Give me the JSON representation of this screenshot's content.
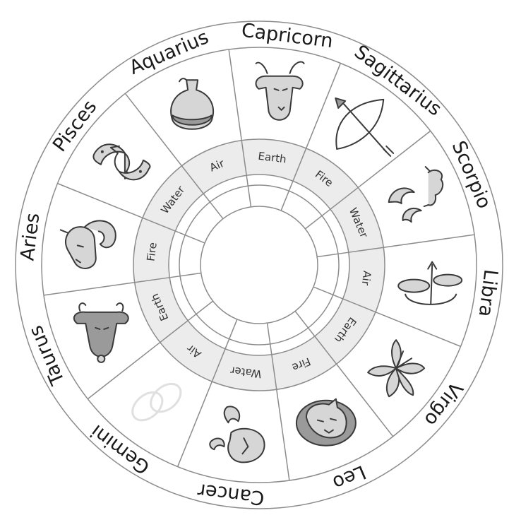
{
  "signs": [
    {
      "name": "Capricorn",
      "icon": "goat-icon",
      "element": "Earth"
    },
    {
      "name": "Sagittarius",
      "icon": "bow-arrow-icon",
      "element": "Fire"
    },
    {
      "name": "Scorpio",
      "icon": "scorpion-icon",
      "element": "Water"
    },
    {
      "name": "Libra",
      "icon": "scales-icon",
      "element": "Air"
    },
    {
      "name": "Virgo",
      "icon": "lily-flower-icon",
      "element": "Earth"
    },
    {
      "name": "Leo",
      "icon": "lion-icon",
      "element": "Fire"
    },
    {
      "name": "Cancer",
      "icon": "crab-claws-icon",
      "element": "Water"
    },
    {
      "name": "Gemini",
      "icon": "linked-rings-icon",
      "element": "Air"
    },
    {
      "name": "Taurus",
      "icon": "bull-icon",
      "element": "Earth"
    },
    {
      "name": "Aries",
      "icon": "ram-icon",
      "element": "Fire"
    },
    {
      "name": "Pisces",
      "icon": "fish-icon",
      "element": "Water"
    },
    {
      "name": "Aquarius",
      "icon": "water-jug-icon",
      "element": "Air"
    }
  ],
  "colors": {
    "element_band": "#ececec",
    "lines": "#8c8c8c",
    "icon_fill": "#d6d6d6",
    "text": "#1a1a1a"
  }
}
